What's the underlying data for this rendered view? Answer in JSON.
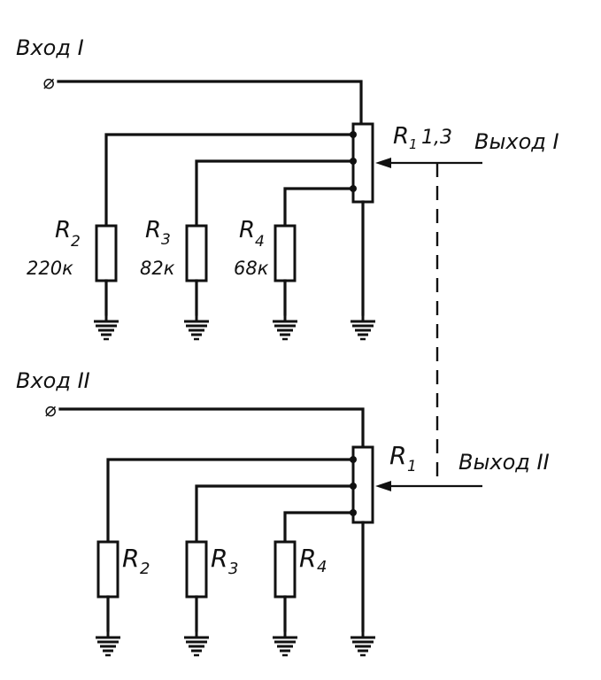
{
  "top": {
    "input_label": "Вход I",
    "output_label": "Выход I",
    "pot_label": "R",
    "pot_sub": "1",
    "pot_extra": "1,3",
    "resistors": [
      {
        "name": "R",
        "sub": "2",
        "value": "220к"
      },
      {
        "name": "R",
        "sub": "3",
        "value": "82к"
      },
      {
        "name": "R",
        "sub": "4",
        "value": "68к"
      }
    ]
  },
  "bottom": {
    "input_label": "Вход II",
    "output_label": "Выход II",
    "pot_label": "R",
    "pot_sub": "1",
    "resistors": [
      {
        "name": "R",
        "sub": "2"
      },
      {
        "name": "R",
        "sub": "3"
      },
      {
        "name": "R",
        "sub": "4"
      }
    ]
  },
  "terminal_symbol": "⌀"
}
